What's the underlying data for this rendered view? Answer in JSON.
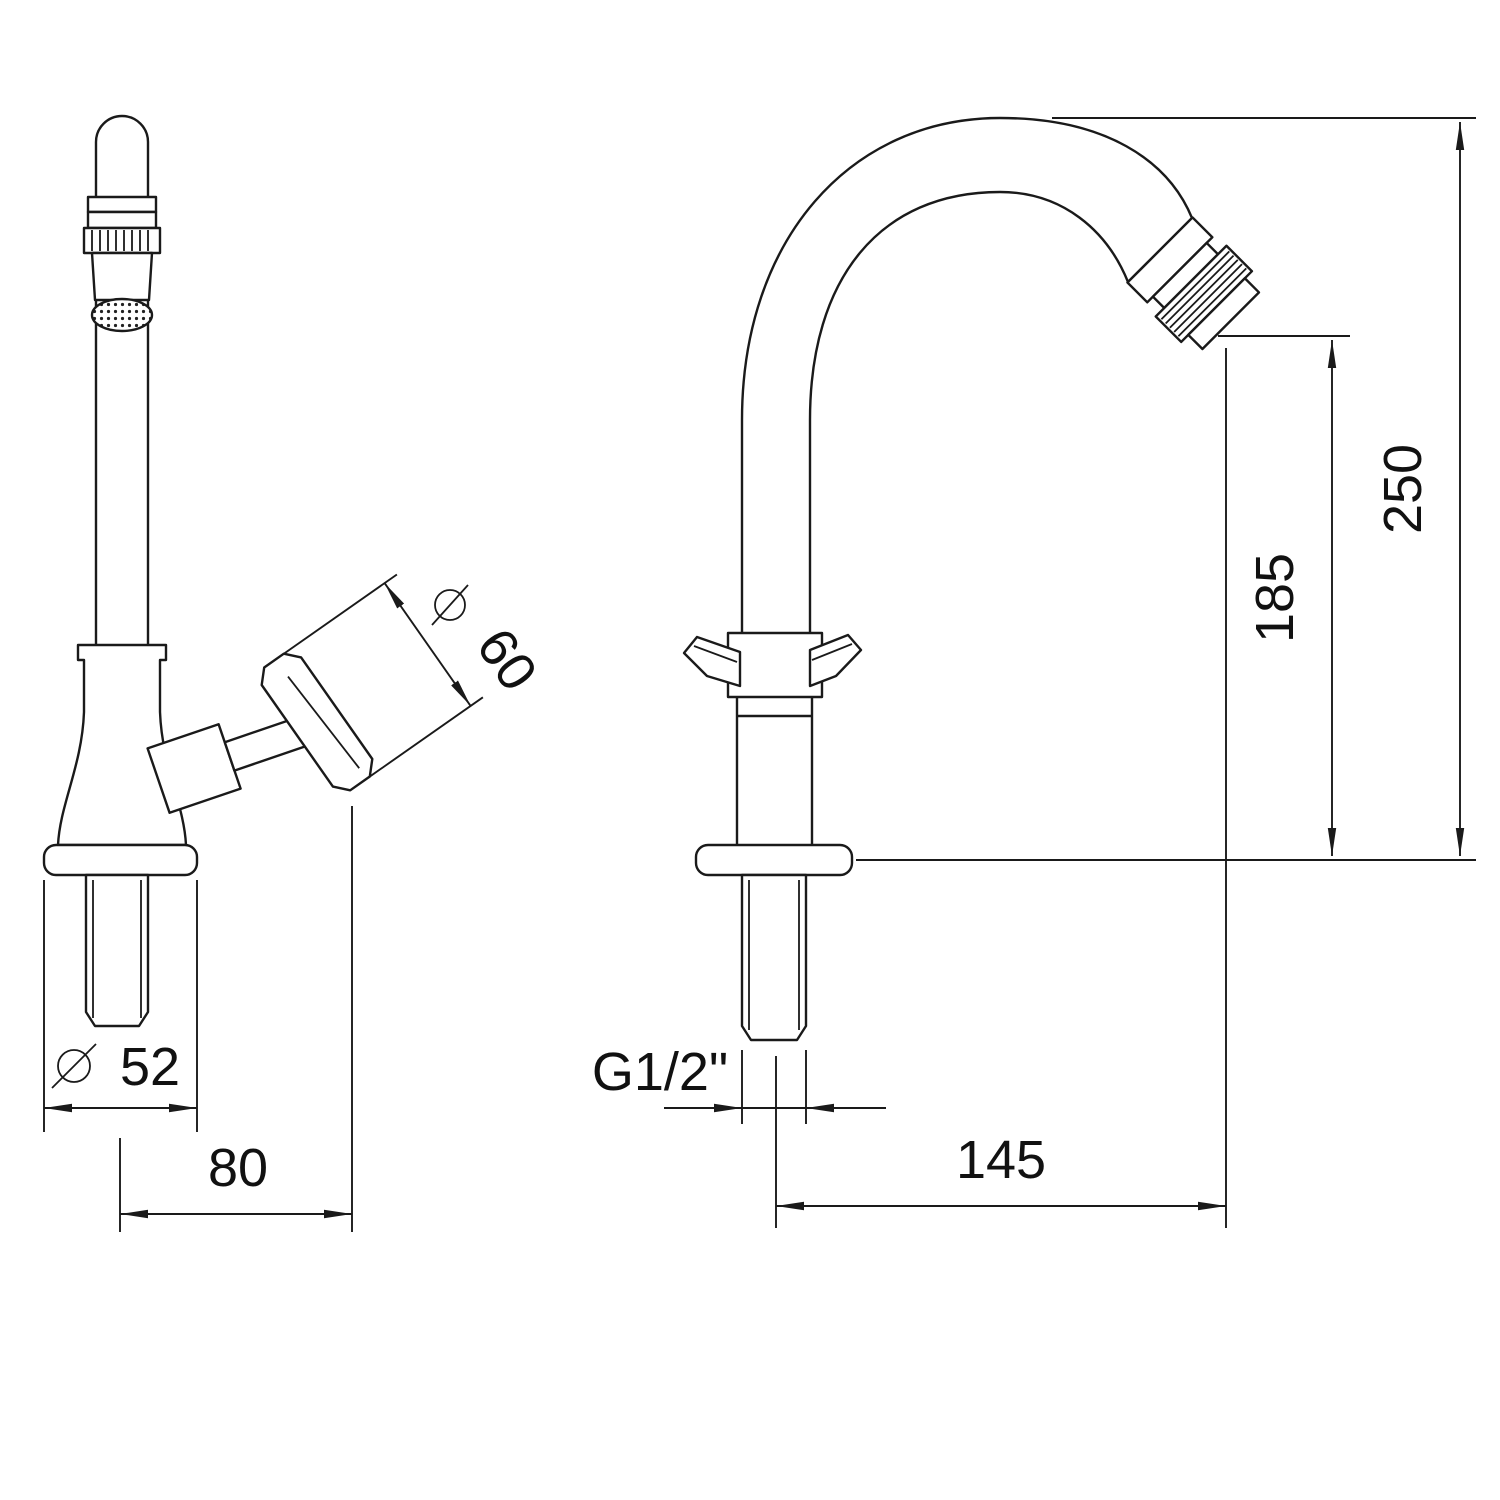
{
  "canvas": {
    "background": "#ffffff",
    "line_color": "#1a1a1a"
  },
  "side_view": {
    "diameter_symbol": "Ø",
    "dim_handle_diameter": "60",
    "dim_base_diameter": "52",
    "dim_handle_offset": "80"
  },
  "front_view": {
    "dim_inlet_thread": "G1/2\"",
    "dim_spout_reach": "145",
    "dim_outlet_height": "185",
    "dim_total_height": "250"
  }
}
